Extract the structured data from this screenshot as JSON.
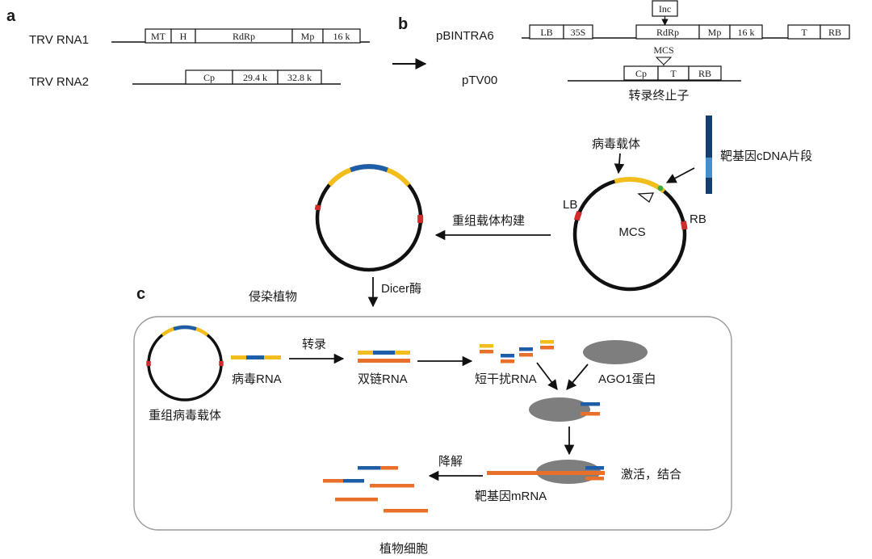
{
  "panels": {
    "a": "a",
    "b": "b",
    "c": "c"
  },
  "colors": {
    "yellow": "#F2BE1E",
    "blue": "#1E5EA8",
    "orange": "#E8702A",
    "red": "#D12B2B",
    "green": "#3DAA46",
    "gray": "#7E7E7E",
    "navy": "#123F6E",
    "lightblue": "#3F8FD1"
  },
  "a": {
    "rna1_label": "TRV RNA1",
    "rna1_boxes": [
      "MT",
      "H",
      "RdRp",
      "Mp",
      "16 k"
    ],
    "rna2_label": "TRV RNA2",
    "rna2_boxes": [
      "Cp",
      "29.4 k",
      "32.8 k"
    ]
  },
  "b": {
    "p1_label": "pBINTRA6",
    "p1_boxes": [
      "LB",
      "35S",
      "RdRp",
      "Mp",
      "16 k",
      "T",
      "RB"
    ],
    "inc_label": "Inc",
    "p2_label": "pTV00",
    "mcs_label": "MCS",
    "p2_boxes": [
      "Cp",
      "T",
      "RB"
    ],
    "terminator_label": "转录终止子"
  },
  "mid": {
    "viral_vector_label": "病毒载体",
    "target_cdna_label": "靶基因cDNA片段",
    "lb_label": "LB",
    "rb_label": "RB",
    "mcs_circle_label": "MCS",
    "recombine_label": "重组载体构建",
    "infect_label": "侵染植物",
    "dicer_label": "Dicer酶"
  },
  "c": {
    "recomb_virus_label": "重组病毒载体",
    "viral_rna_label": "病毒RNA",
    "transcribe_label": "转录",
    "dsrna_label": "双链RNA",
    "sirna_label": "短干扰RNA",
    "ago1_label": "AGO1蛋白",
    "activate_label": "激活，结合",
    "target_mrna_label": "靶基因mRNA",
    "degrade_label": "降解",
    "cell_label": "植物细胞"
  }
}
